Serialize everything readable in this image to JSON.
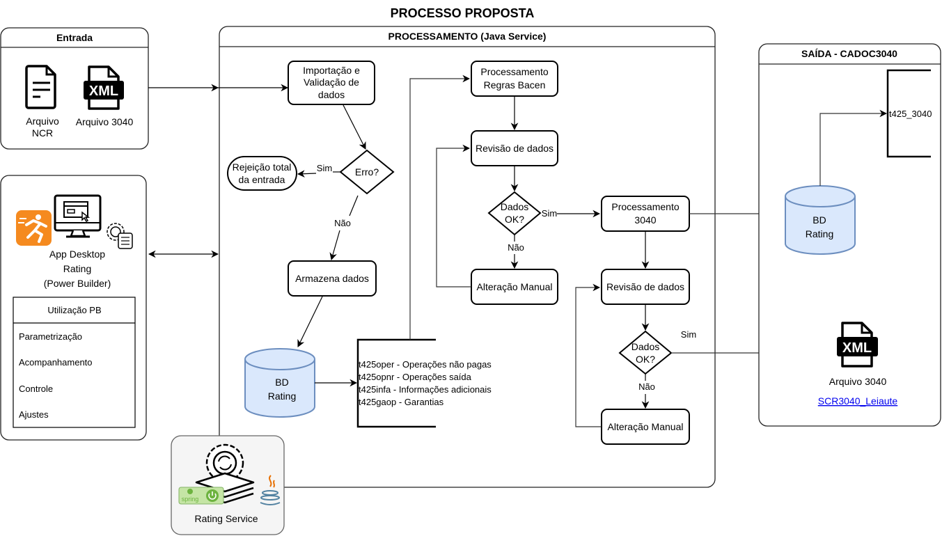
{
  "title": "PROCESSO PROPOSTA",
  "colors": {
    "db_fill": "#dae8fc",
    "db_stroke": "#6c8ebf",
    "link": "#0000ee",
    "spring_green": "#6db33f",
    "runner_orange": "#f58a1f",
    "java_orange": "#e76f00",
    "java_blue": "#5382a1"
  },
  "entrada": {
    "title": "Entrada",
    "files": [
      {
        "icon": "document-icon",
        "label_lines": [
          "Arquivo",
          "NCR"
        ]
      },
      {
        "icon": "xml-file-icon",
        "badge": "XML",
        "label": "Arquivo 3040"
      }
    ]
  },
  "app_desktop": {
    "label_lines": [
      "App Desktop",
      "Rating",
      "(Power Builder)"
    ],
    "icons": [
      "runner-app-icon",
      "desktop-monitor-icon",
      "gear-settings-icon"
    ],
    "usage": {
      "header": "Utilização PB",
      "items": [
        "Parametrização",
        "Acompanhamento",
        "Controle",
        "Ajustes"
      ]
    }
  },
  "processamento": {
    "title": "PROCESSAMENTO (Java Service)",
    "nodes": {
      "importacao": [
        "Importação e",
        "Validação de",
        "dados"
      ],
      "erro": "Erro?",
      "rejeicao": [
        "Rejeição total",
        "da entrada"
      ],
      "armazena": "Armazena dados",
      "bd": [
        "BD",
        "Rating"
      ],
      "tables": [
        "t425oper - Operações não pagas",
        "t425opnr - Operações saída",
        "t425infa - Informações adicionais",
        "t425gaop - Garantias"
      ],
      "regras_bacen": [
        "Processamento",
        "Regras Bacen"
      ],
      "revisao_1": "Revisão de dados",
      "dados_ok_1": [
        "Dados",
        "OK?"
      ],
      "alteracao_1": "Alteração Manual",
      "proc_3040": [
        "Processamento",
        "3040"
      ],
      "revisao_2": "Revisão de dados",
      "dados_ok_2": [
        "Dados",
        "OK?"
      ],
      "alteracao_2": "Alteração Manual"
    },
    "edge_labels": {
      "sim": "Sim",
      "nao": "Não"
    }
  },
  "rating_service": {
    "label": "Rating Service",
    "badge": "spring",
    "icons": [
      "gear-sync-icon",
      "spring-boot-icon",
      "java-icon"
    ]
  },
  "saida": {
    "title": "SAÍDA - CADOC3040",
    "bd": [
      "BD",
      "Rating"
    ],
    "table": "t425_3040",
    "file": {
      "badge": "XML",
      "label": "Arquivo 3040"
    },
    "link": "SCR3040_Leiaute"
  }
}
